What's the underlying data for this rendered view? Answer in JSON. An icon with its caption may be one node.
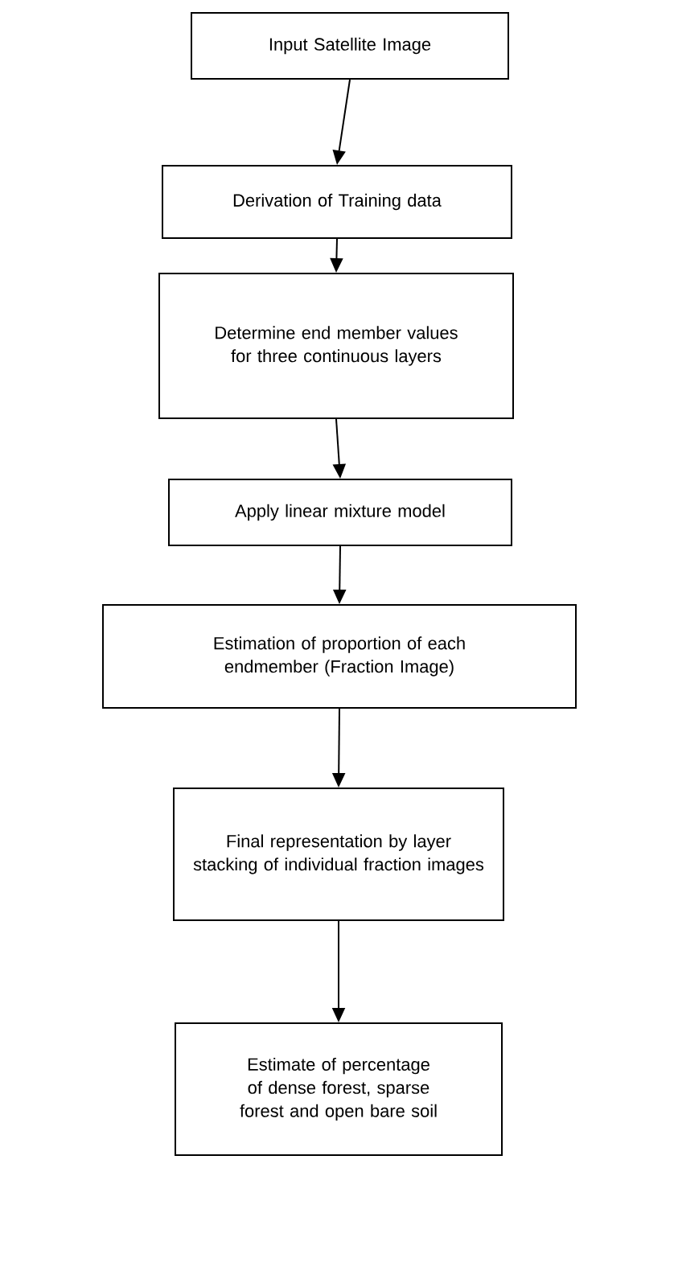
{
  "diagram": {
    "nodes": [
      {
        "text": [
          "Input Satellite Image"
        ]
      },
      {
        "text": [
          "Derivation of Training data"
        ]
      },
      {
        "text": [
          "Determine end member values for three continuous layers"
        ]
      },
      {
        "text": [
          "Apply linear mixture model"
        ]
      },
      {
        "text": [
          "Estimation of proportion of each endmember (Fraction Image)"
        ]
      },
      {
        "text": [
          "Final representation by layer stacking of individual fraction images"
        ]
      },
      {
        "text": [
          "Estimate of percentage of dense forest, sparse forest and open bare soil"
        ]
      }
    ],
    "edges": [
      {
        "from": 0,
        "to": 1,
        "arrow": "to"
      },
      {
        "from": 1,
        "to": 2,
        "arrow": "to"
      },
      {
        "from": 2,
        "to": 3,
        "arrow": "to"
      },
      {
        "from": 3,
        "to": 4,
        "arrow": "to"
      },
      {
        "from": 4,
        "to": 5,
        "arrow": "to"
      },
      {
        "from": 5,
        "to": 6,
        "arrow": "to"
      }
    ]
  }
}
